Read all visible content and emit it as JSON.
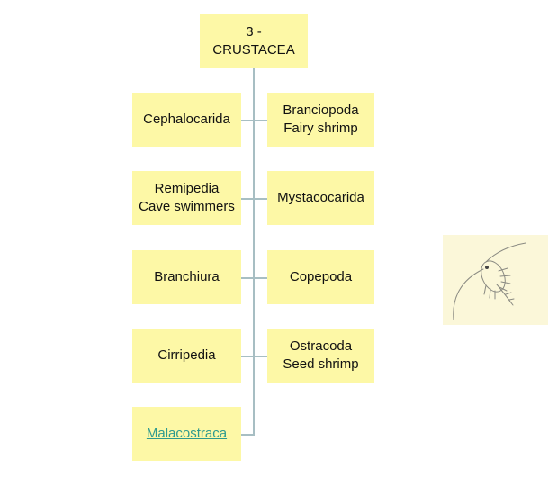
{
  "root": {
    "line1": "3 -",
    "line2": "CRUSTACEA"
  },
  "left": [
    {
      "lines": [
        "Cephalocarida"
      ]
    },
    {
      "lines": [
        "Remipedia",
        "Cave swimmers"
      ]
    },
    {
      "lines": [
        "Branchiura"
      ]
    },
    {
      "lines": [
        "Cirripedia"
      ]
    },
    {
      "lines": [
        "Malacostraca"
      ],
      "link": true
    }
  ],
  "right": [
    {
      "lines": [
        "Branciopoda",
        "Fairy shrimp"
      ]
    },
    {
      "lines": [
        "Mystacocarida"
      ]
    },
    {
      "lines": [
        "Copepoda"
      ]
    },
    {
      "lines": [
        "Ostracoda",
        "Seed shrimp"
      ]
    }
  ],
  "colors": {
    "box": "#fdf8a6",
    "line": "#a7bec3",
    "link": "#2e9a8f"
  }
}
